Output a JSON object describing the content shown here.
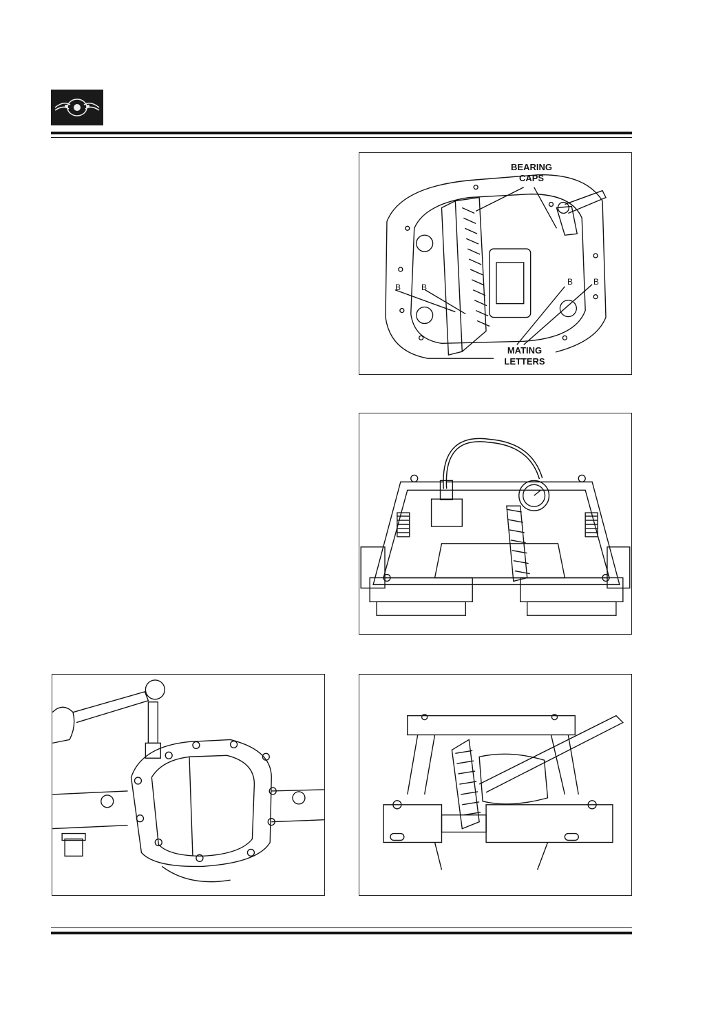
{
  "header": {
    "logo_icon": "winged-wheel-emblem-icon"
  },
  "figures": {
    "fig1": {
      "bearing_caps_label": "BEARING CAPS",
      "bearing_caps_line1": "BEARING",
      "bearing_caps_line2": "CAPS",
      "mating_letters_line1": "MATING",
      "mating_letters_line2": "LETTERS",
      "mark_letter": "B"
    },
    "fig2": {
      "description_icon": "dial-indicator-on-differential-icon"
    },
    "fig3": {
      "description_icon": "ratchet-on-axle-cover-icon"
    },
    "fig4": {
      "description_icon": "spreader-bar-on-differential-icon"
    }
  },
  "colors": {
    "ink": "#111111",
    "paper": "#ffffff"
  }
}
